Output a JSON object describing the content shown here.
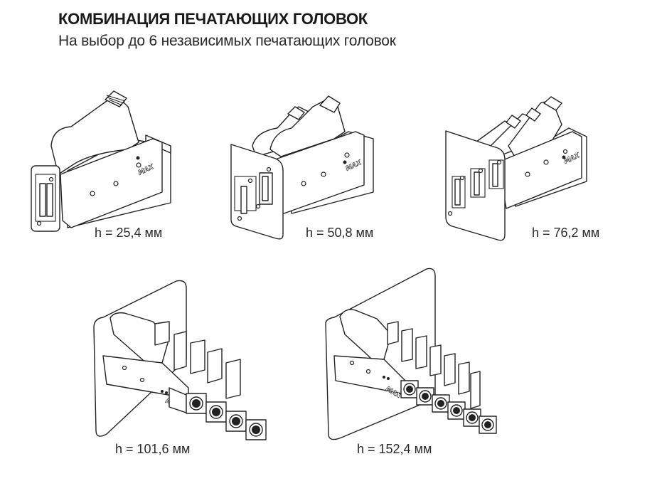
{
  "header": {
    "title": "КОМБИНАЦИЯ ПЕЧАТАЮЩИХ ГОЛОВОК",
    "subtitle": "На выбор до 6 независимых печатающих головок"
  },
  "figures": [
    {
      "id": "heads-1",
      "head_count": 1,
      "caption": "h = 25,4 мм",
      "brand_mark": "MAX"
    },
    {
      "id": "heads-2",
      "head_count": 2,
      "caption": "h = 50,8 мм",
      "brand_mark": "MAX"
    },
    {
      "id": "heads-3",
      "head_count": 3,
      "caption": "h = 76,2 мм",
      "brand_mark": "MAX"
    },
    {
      "id": "heads-4",
      "head_count": 4,
      "caption": "h = 101,6 мм",
      "brand_mark": "MAX"
    },
    {
      "id": "heads-6",
      "head_count": 6,
      "caption": "h = 152,4 мм",
      "brand_mark": "MAX"
    }
  ]
}
